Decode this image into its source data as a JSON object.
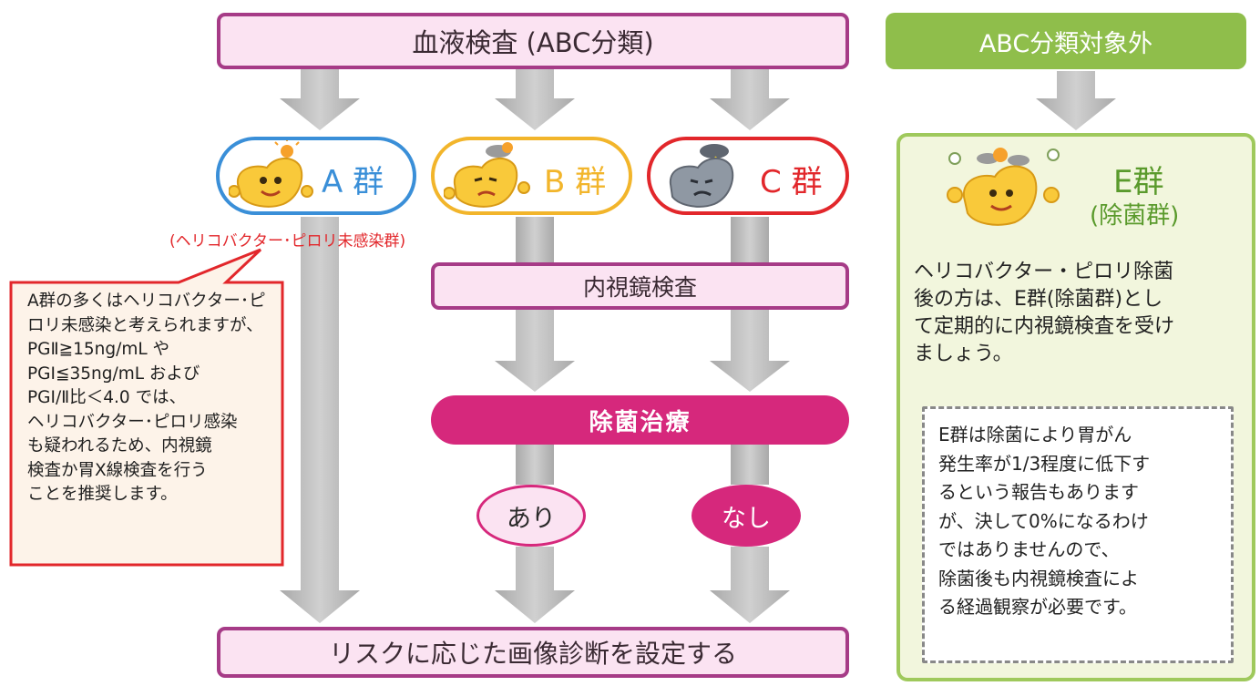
{
  "blood_test": {
    "title": "血液検査 (ABC分類)"
  },
  "groups": {
    "a": {
      "label": "A 群",
      "color": "#3a8fd8"
    },
    "b": {
      "label": "B 群",
      "color": "#f2b52b"
    },
    "c": {
      "label": "C 群",
      "color": "#e2272b"
    }
  },
  "a_note": "(ヘリコバクター･ピロリ未感染群)",
  "a_callout": "A群の多くはヘリコバクター･ピロリ未感染と考えられますが、\nPGⅡ≧15ng/mL や\nPGⅠ≦35ng/mL および\nPGⅠ/Ⅱ比＜4.0 では、\nヘリコバクター･ピロリ感染\nも疑われるため、内視鏡\n検査か胃X線検査を行う\nことを推奨します。",
  "endoscopy": {
    "label": "内視鏡検査"
  },
  "eradication": {
    "label": "除菌治療"
  },
  "outcome": {
    "yes": "あり",
    "no": "なし"
  },
  "risk": {
    "label": "リスクに応じた画像診断を設定する"
  },
  "excluded": {
    "header": "ABC分類対象外"
  },
  "group_e": {
    "title": "E群",
    "subtitle": "(除菌群)",
    "body": "ヘリコバクター・ピロリ除菌\n後の方は、E群(除菌群)とし\nて定期的に内視鏡検査を受け\nましょう。",
    "note": "E群は除菌により胃がん\n発生率が1/3程度に低下す\nるという報告もあります\nが、決して0%になるわけ\nではありませんので、\n除菌後も内視鏡検査によ\nる経過観察が必要です。"
  },
  "colors": {
    "pink_border": "#a63b87",
    "pink_fill": "#fbe3f2",
    "magenta": "#d6287c",
    "green": "#8fbe4b",
    "arrow_gray": "#b9b9b9"
  }
}
